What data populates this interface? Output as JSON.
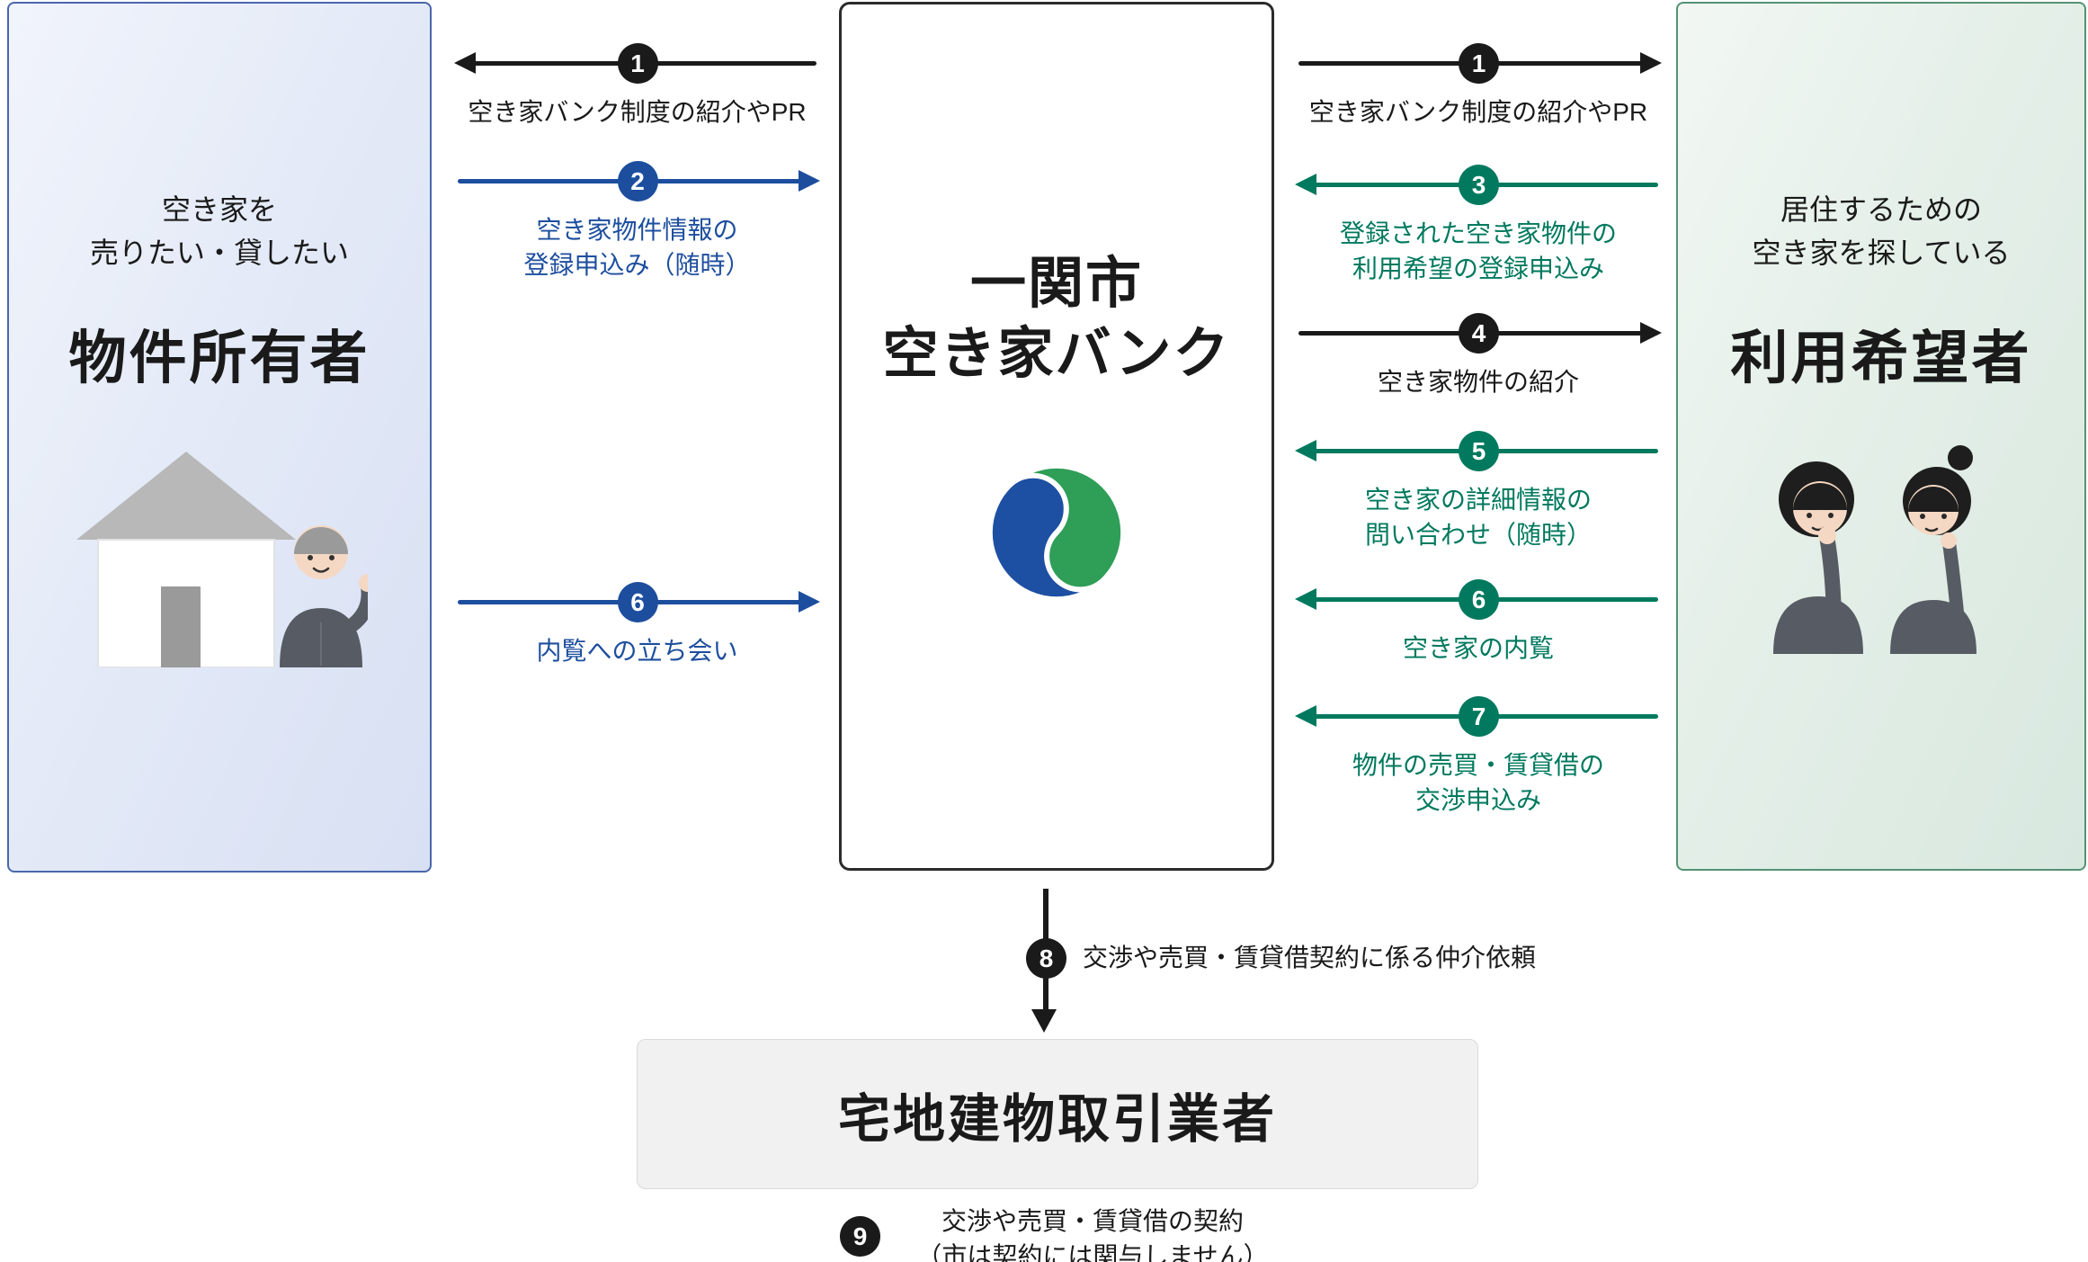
{
  "left_panel": {
    "subtitle1": "空き家を",
    "subtitle2": "売りたい・貸したい",
    "title": "物件所有者"
  },
  "center_panel": {
    "title1": "一関市",
    "title2": "空き家バンク"
  },
  "right_panel": {
    "subtitle1": "居住するための",
    "subtitle2": "空き家を探している",
    "title": "利用希望者"
  },
  "left_flows": [
    {
      "num": "1",
      "color": "black",
      "direction": "left",
      "label1": "空き家バンク制度の紹介やPR"
    },
    {
      "num": "2",
      "color": "blue",
      "direction": "right",
      "label1": "空き家物件情報の",
      "label2": "登録申込み（随時）"
    },
    {
      "num": "6",
      "color": "blue",
      "direction": "right",
      "label1": "内覧への立ち会い"
    }
  ],
  "right_flows": [
    {
      "num": "1",
      "color": "black",
      "direction": "right",
      "label1": "空き家バンク制度の紹介やPR"
    },
    {
      "num": "3",
      "color": "green",
      "direction": "left",
      "label1": "登録された空き家物件の",
      "label2": "利用希望の登録申込み"
    },
    {
      "num": "4",
      "color": "black",
      "direction": "right",
      "label1": "空き家物件の紹介"
    },
    {
      "num": "5",
      "color": "green",
      "direction": "left",
      "label1": "空き家の詳細情報の",
      "label2": "問い合わせ（随時）"
    },
    {
      "num": "6",
      "color": "green",
      "direction": "left",
      "label1": "空き家の内覧"
    },
    {
      "num": "7",
      "color": "green",
      "direction": "left",
      "label1": "物件の売買・賃貸借の",
      "label2": "交渉申込み"
    }
  ],
  "bottom": {
    "step8_num": "8",
    "step8_label": "交渉や売買・賃貸借契約に係る仲介依頼",
    "broker_title": "宅地建物取引業者",
    "step9_num": "9",
    "step9_label1": "交渉や売買・賃貸借の契約",
    "step9_label2": "（市は契約には関与しません）"
  },
  "icons": {
    "bank_logo": "ichinoseki-city-swirl-logo",
    "owner_illustration": "house-with-waving-owner",
    "seeker_illustration": "two-people-thinking"
  },
  "colors": {
    "black_arrow": "#1a1a1a",
    "blue_arrow": "#1d4e9e",
    "green_arrow": "#00795e",
    "logo_blue": "#1d50a2",
    "logo_green": "#2f9e57",
    "owner_panel_border": "#4a66ad",
    "seeker_panel_border": "#559274",
    "broker_box_bg": "#f1f1f1"
  }
}
